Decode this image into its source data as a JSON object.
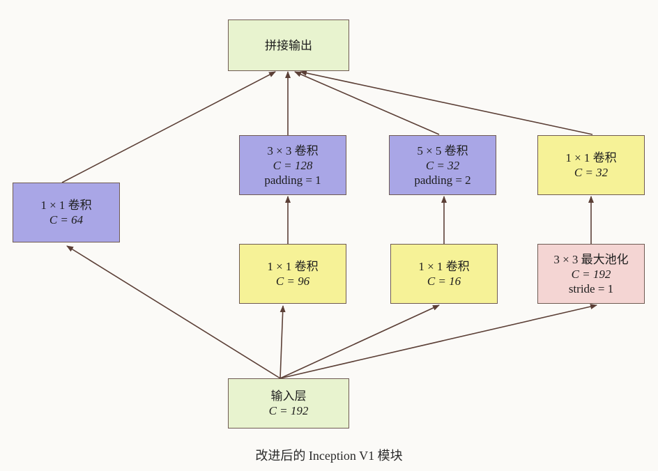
{
  "nodes": {
    "output": {
      "line1": "拼接输出"
    },
    "conv1_64": {
      "line1": "1 × 1 卷积",
      "line2": "C = 64"
    },
    "conv3": {
      "line1": "3 × 3 卷积",
      "line2": "C = 128",
      "line3": "padding = 1"
    },
    "conv5": {
      "line1": "5 × 5 卷积",
      "line2": "C = 32",
      "line3": "padding = 2"
    },
    "conv1_32": {
      "line1": "1 × 1 卷积",
      "line2": "C = 32"
    },
    "conv1_96": {
      "line1": "1 × 1 卷积",
      "line2": "C = 96"
    },
    "conv1_16": {
      "line1": "1 × 1 卷积",
      "line2": "C = 16"
    },
    "maxpool": {
      "line1": "3 × 3 最大池化",
      "line2": "C = 192",
      "line3": "stride = 1"
    },
    "input": {
      "line1": "输入层",
      "line2": "C = 192"
    }
  },
  "caption": "改进后的 Inception V1 模块",
  "colors": {
    "input_output": "#e8f3cf",
    "conv_blue": "#a9a6e6",
    "conv_yellow": "#f6f297",
    "pool_pink": "#f4d5d3",
    "arrow": "#5b3f36"
  }
}
